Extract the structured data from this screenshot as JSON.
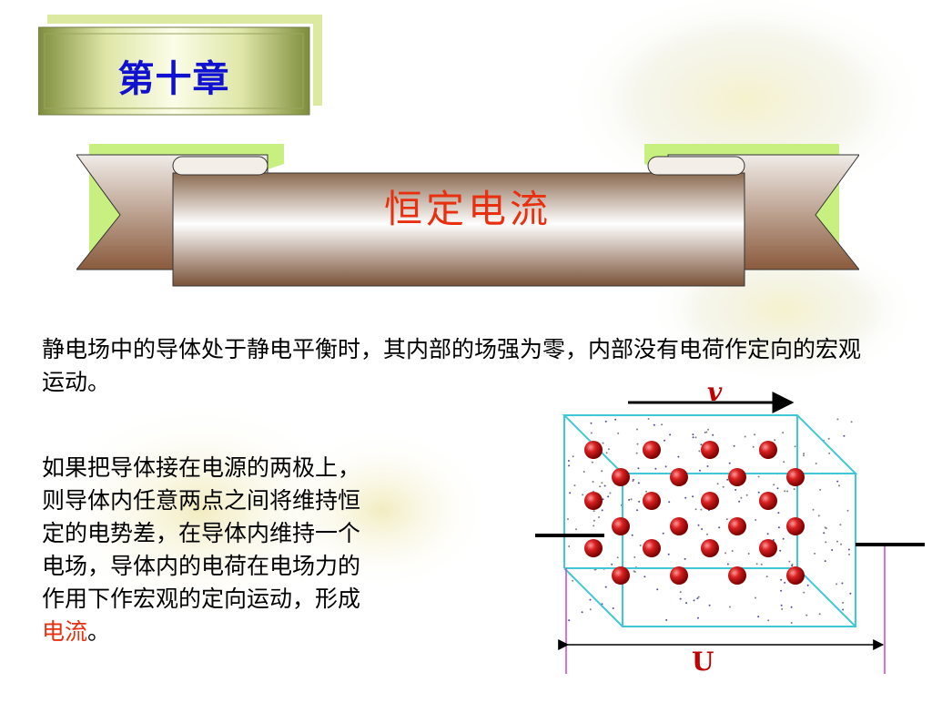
{
  "slide": {
    "chapter": "第十章",
    "title": "恒定电流",
    "paragraph1": "静电场中的导体处于静电平衡时，其内部的场强为零，内部没有电荷作定向的宏观运动。",
    "paragraph2_lines": [
      "如果把导体接在电源的两极上，",
      "则导体内任意两点之间将维持恒",
      "定的电势差，在导体内维持一个",
      "电场，导体内的电荷在电场力的",
      "作用下作宏观的定向运动，形成"
    ],
    "paragraph2_highlight": "电流",
    "paragraph2_tail": "。"
  },
  "diagram": {
    "velocity_label": "v",
    "voltage_label": "U",
    "colors": {
      "box_edge": "#40c8d8",
      "charge": "#c81010",
      "wire": "#000000",
      "marker": "#d040d0"
    }
  },
  "colors": {
    "chapter_text": "#1010d0",
    "title_text": "#e83010",
    "highlight_text": "#e83010"
  }
}
